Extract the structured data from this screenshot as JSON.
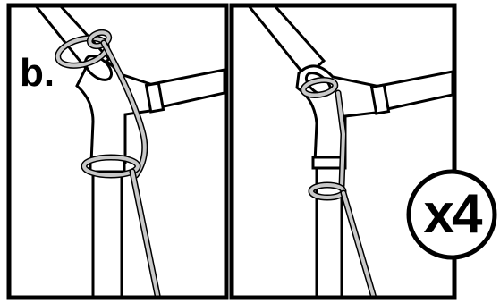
{
  "step_label": "b.",
  "multiplier_label": "x4",
  "colors": {
    "outline": "#000000",
    "background": "#ffffff",
    "rope": "#c9c9c9",
    "rope_edge": "#1a1a1a"
  },
  "panels": [
    {
      "name": "before",
      "description_icon": "rope-loop-around-frame-corner"
    },
    {
      "name": "after",
      "description_icon": "rope-tightened-on-frame-corner"
    }
  ]
}
